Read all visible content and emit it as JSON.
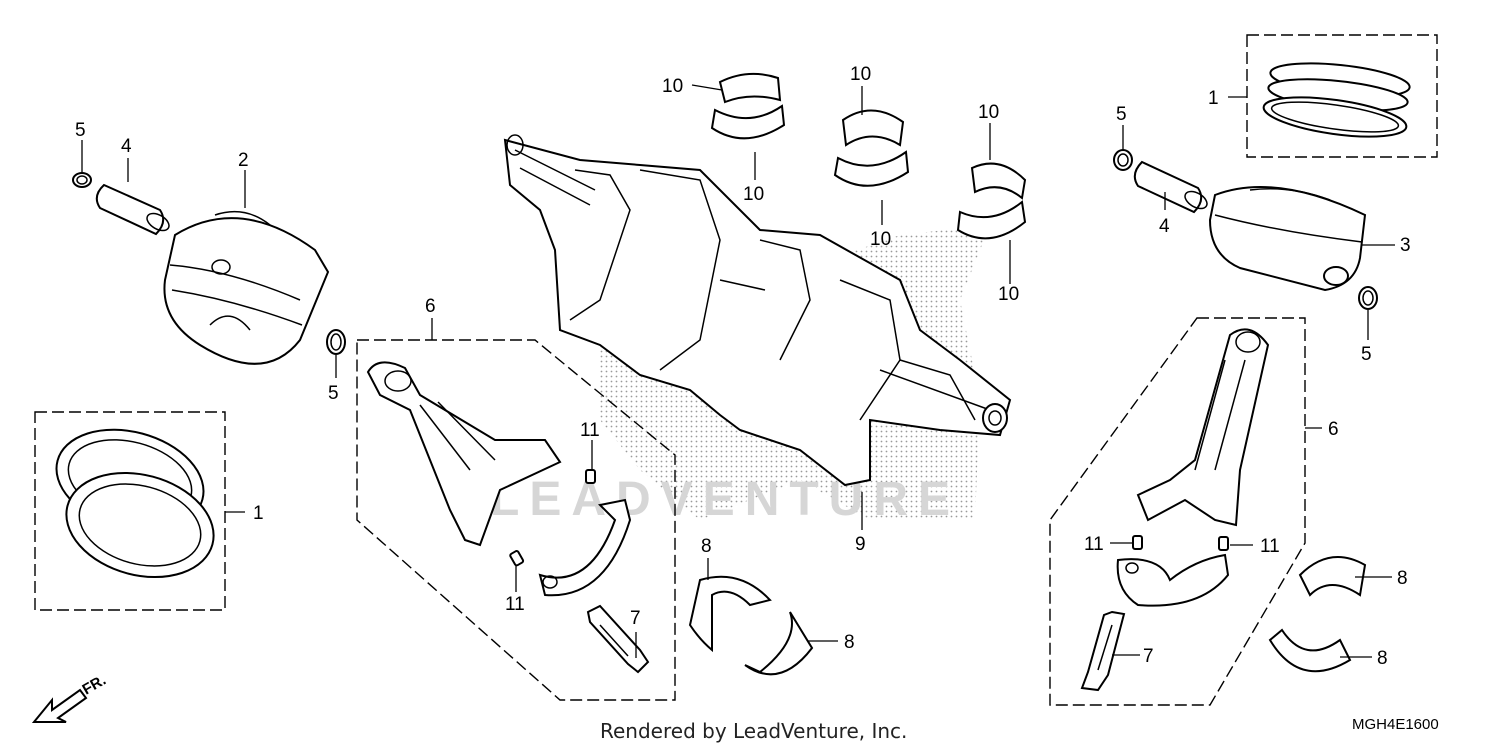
{
  "diagram": {
    "watermark_text": "LEADVENTURE",
    "footer_text": "Rendered by LeadVenture, Inc.",
    "diagram_code": "MGH4E1600",
    "front_indicator": "FR.",
    "callouts": {
      "c1_right": "1",
      "c1_left": "1",
      "c2": "2",
      "c3": "3",
      "c4_left": "4",
      "c4_right": "4",
      "c5_a": "5",
      "c5_b": "5",
      "c5_c": "5",
      "c5_d": "5",
      "c6_left": "6",
      "c6_right": "6",
      "c7_left": "7",
      "c7_right": "7",
      "c8_a": "8",
      "c8_b": "8",
      "c8_c": "8",
      "c8_d": "8",
      "c9": "9",
      "c10_a": "10",
      "c10_b": "10",
      "c10_c": "10",
      "c10_d": "10",
      "c10_e": "10",
      "c10_f": "10",
      "c11_a": "11",
      "c11_b": "11",
      "c11_c": "11",
      "c11_d": "11"
    }
  }
}
